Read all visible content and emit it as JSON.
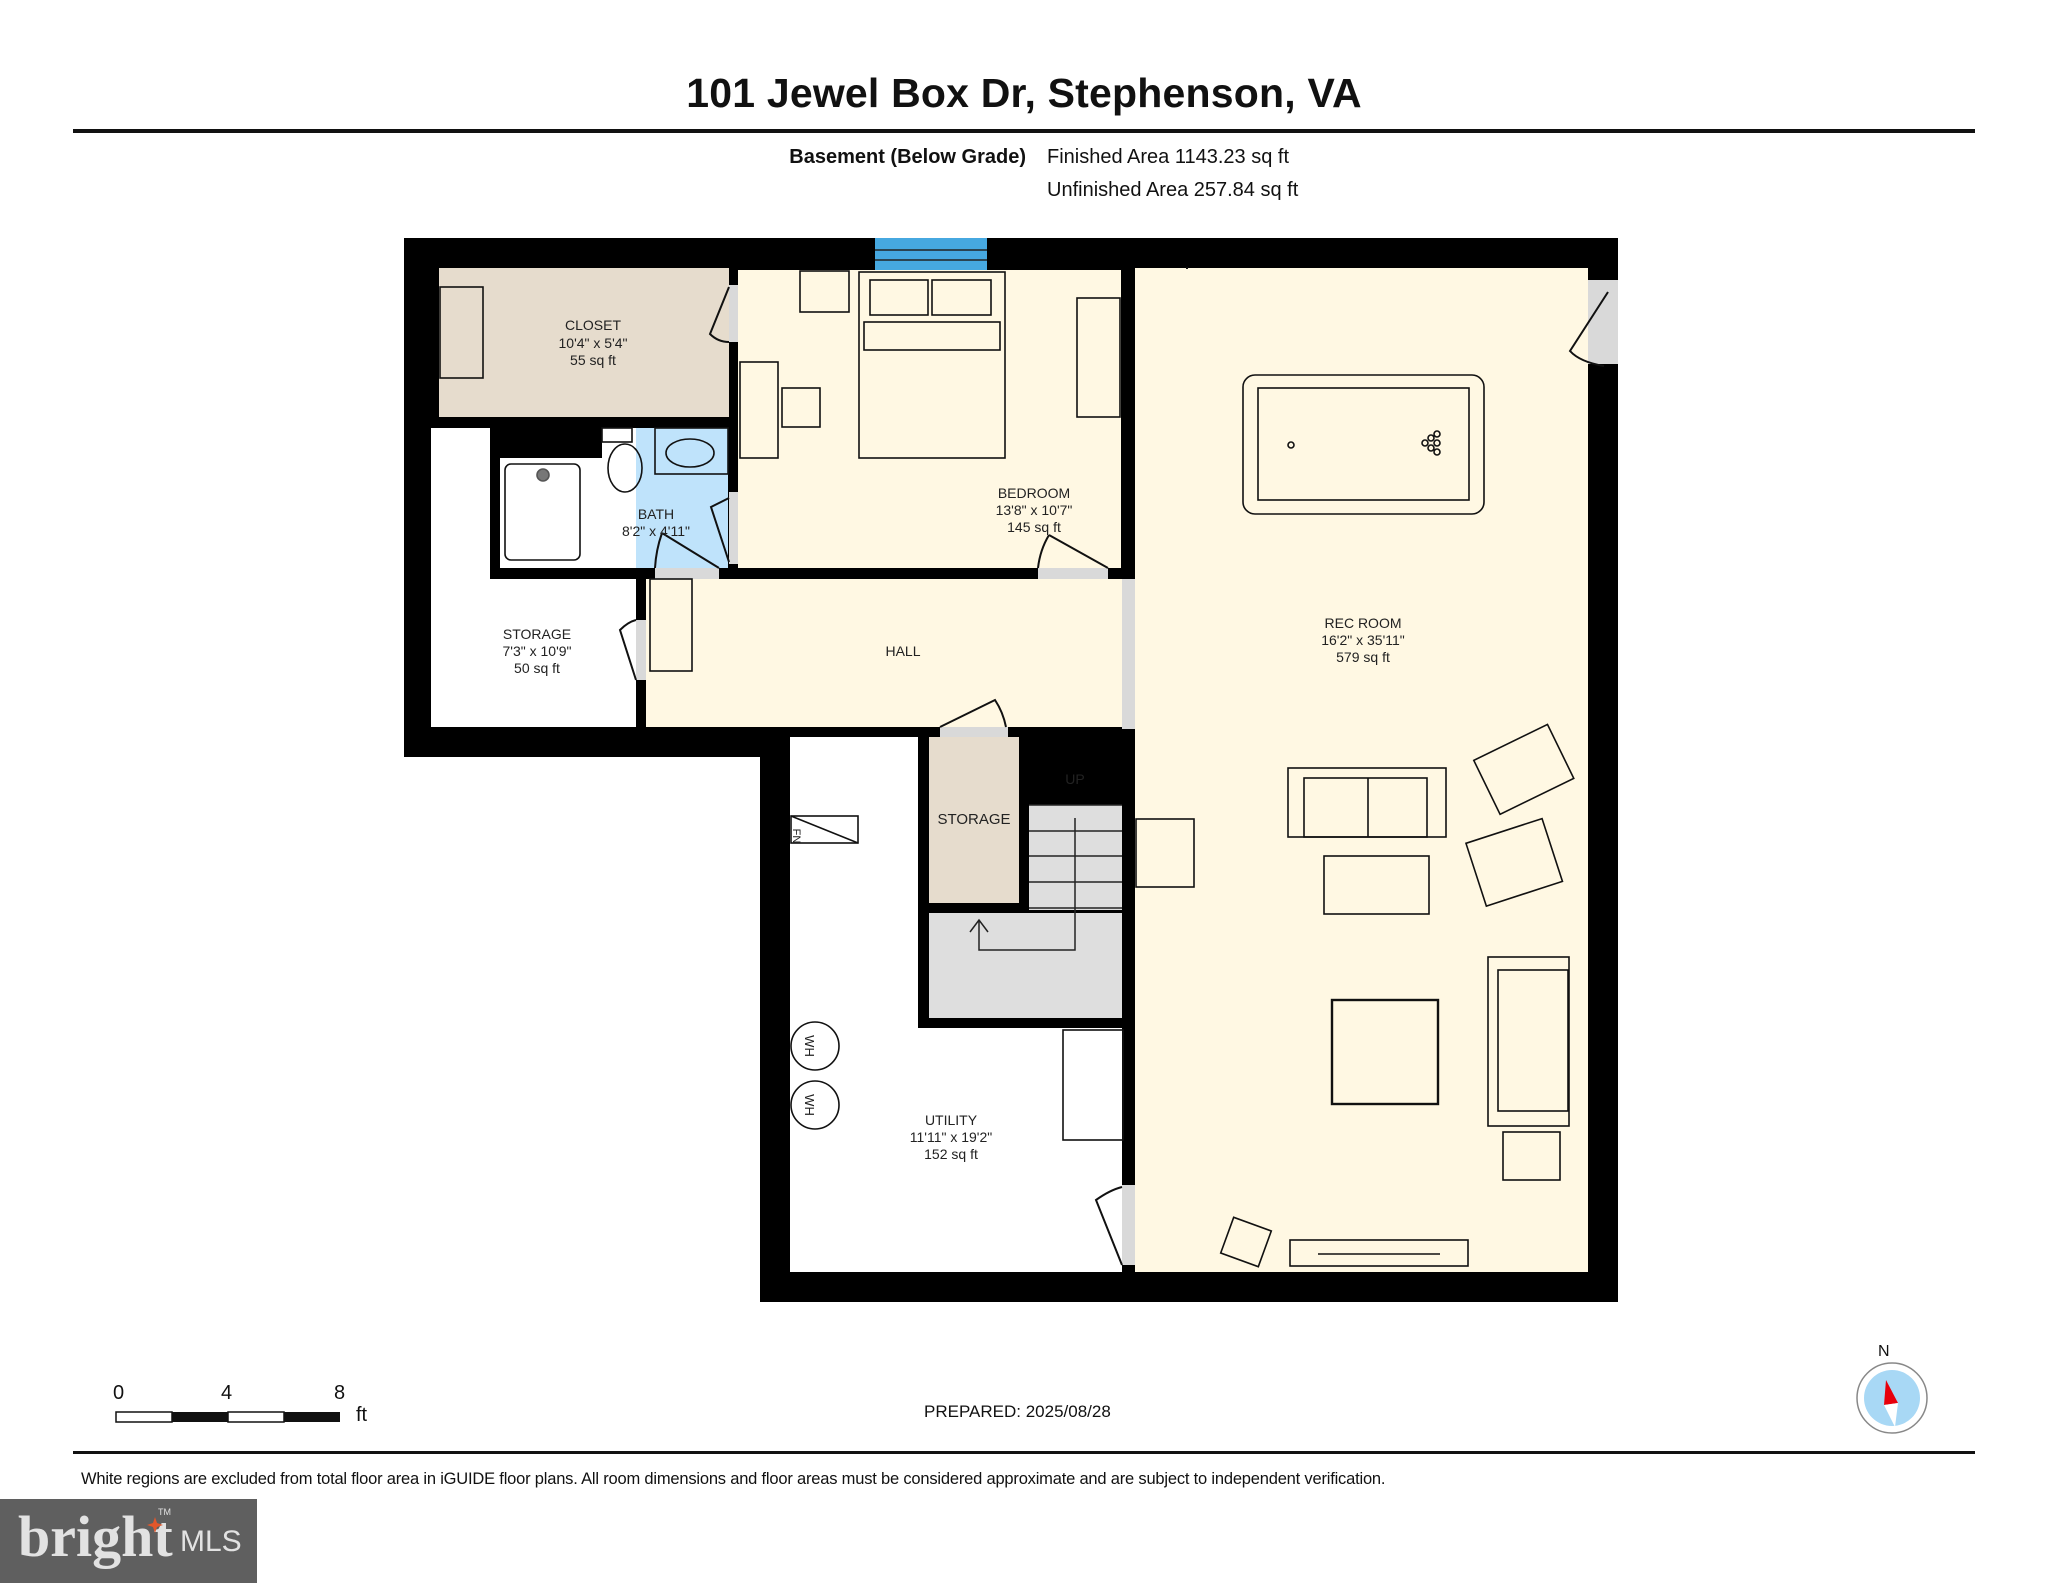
{
  "header": {
    "title": "101 Jewel Box Dr, Stephenson, VA",
    "level_label": "Basement (Below Grade)",
    "finished_area": "Finished Area 1143.23 sq ft",
    "unfinished_area": "Unfinished Area 257.84 sq ft"
  },
  "rooms": {
    "closet": {
      "name": "CLOSET",
      "dims": "10'4\" x 5'4\"",
      "area": "55 sq ft"
    },
    "bedroom": {
      "name": "BEDROOM",
      "dims": "13'8\" x 10'7\"",
      "area": "145 sq ft"
    },
    "bath": {
      "name": "BATH",
      "dims": "8'2\" x 4'11\""
    },
    "storage_west": {
      "name": "STORAGE",
      "dims": "7'3\" x 10'9\"",
      "area": "50 sq ft"
    },
    "hall": {
      "name": "HALL"
    },
    "storage_stair": {
      "name": "STORAGE"
    },
    "stairs": {
      "label": "UP"
    },
    "utility": {
      "name": "UTILITY",
      "dims": "11'11\" x 19'2\"",
      "area": "152 sq ft"
    },
    "rec_room": {
      "name": "REC ROOM",
      "dims": "16'2\" x 35'11\"",
      "area": "579 sq ft"
    }
  },
  "fixtures": {
    "water_heater_1": "WH",
    "water_heater_2": "WH",
    "furnace": "FN"
  },
  "colors": {
    "wall": "#000000",
    "bedroom_hall_rec": "#fff8e3",
    "closet_storage": "#e6dccd",
    "bath": "#bfe3fb",
    "stairs": "#dedede",
    "window": "#46a8e0",
    "door_opening": "#d9d9d9",
    "compass_needle": "#e8000b",
    "compass_face": "#a8d8f5"
  },
  "scale_bar": {
    "ticks": [
      "0",
      "4",
      "8"
    ],
    "unit": "ft"
  },
  "compass": {
    "label": "N"
  },
  "footer": {
    "prepared": "PREPARED: 2025/08/28",
    "disclaimer": "White regions are excluded from total floor area in iGUIDE floor plans. All room dimensions and floor areas must be considered approximate and are subject to independent verification."
  },
  "logo": {
    "word": "bright",
    "suffix": "MLS",
    "tm": "TM"
  }
}
